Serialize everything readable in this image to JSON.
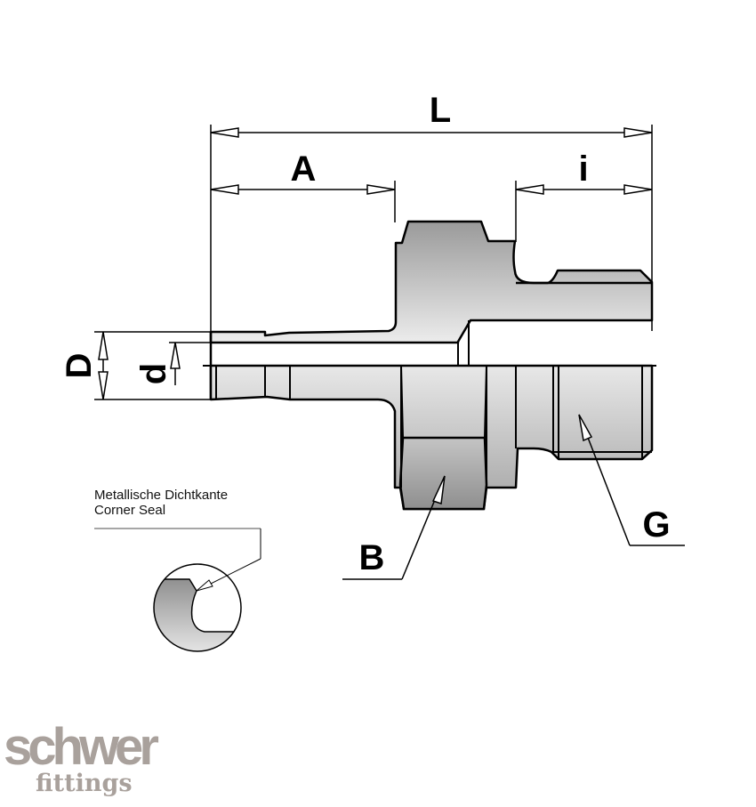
{
  "dimensions": {
    "L": "L",
    "A": "A",
    "i": "i",
    "D": "D",
    "d": "d",
    "B": "B",
    "G": "G"
  },
  "callout": {
    "line1": "Metallische Dichtkante",
    "line2": "Corner Seal"
  },
  "logo": {
    "top": "schwer",
    "bottom": "fittings"
  },
  "colors": {
    "outline": "#000000",
    "body_gradient_top": "#9a9a9a",
    "body_gradient_bottom": "#ececec",
    "logo": "#a9a19c"
  }
}
